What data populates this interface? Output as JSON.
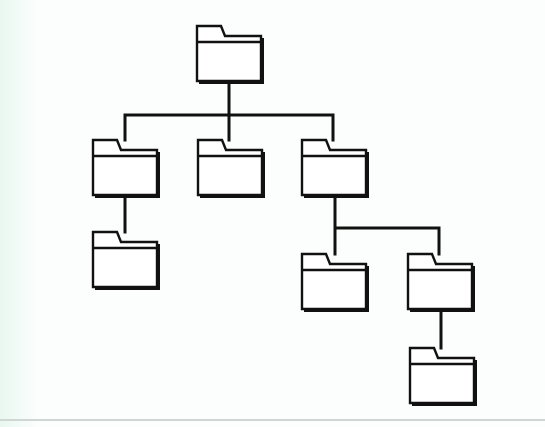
{
  "diagram": {
    "type": "folder-tree",
    "colors": {
      "stroke": "#111111",
      "folder_fill": "#ffffff",
      "background": "#fbfefc"
    },
    "icons": "folder-icon",
    "nodes": [
      {
        "id": "root",
        "parent": null,
        "icon": "folder-icon"
      },
      {
        "id": "child-1",
        "parent": "root",
        "icon": "folder-icon"
      },
      {
        "id": "child-2",
        "parent": "root",
        "icon": "folder-icon"
      },
      {
        "id": "child-3",
        "parent": "root",
        "icon": "folder-icon"
      },
      {
        "id": "grandchild-1",
        "parent": "child-1",
        "icon": "folder-icon"
      },
      {
        "id": "grandchild-2",
        "parent": "child-3",
        "icon": "folder-icon"
      },
      {
        "id": "grandchild-3",
        "parent": "child-3",
        "icon": "folder-icon"
      },
      {
        "id": "great-grandchild-1",
        "parent": "grandchild-3",
        "icon": "folder-icon"
      }
    ]
  }
}
